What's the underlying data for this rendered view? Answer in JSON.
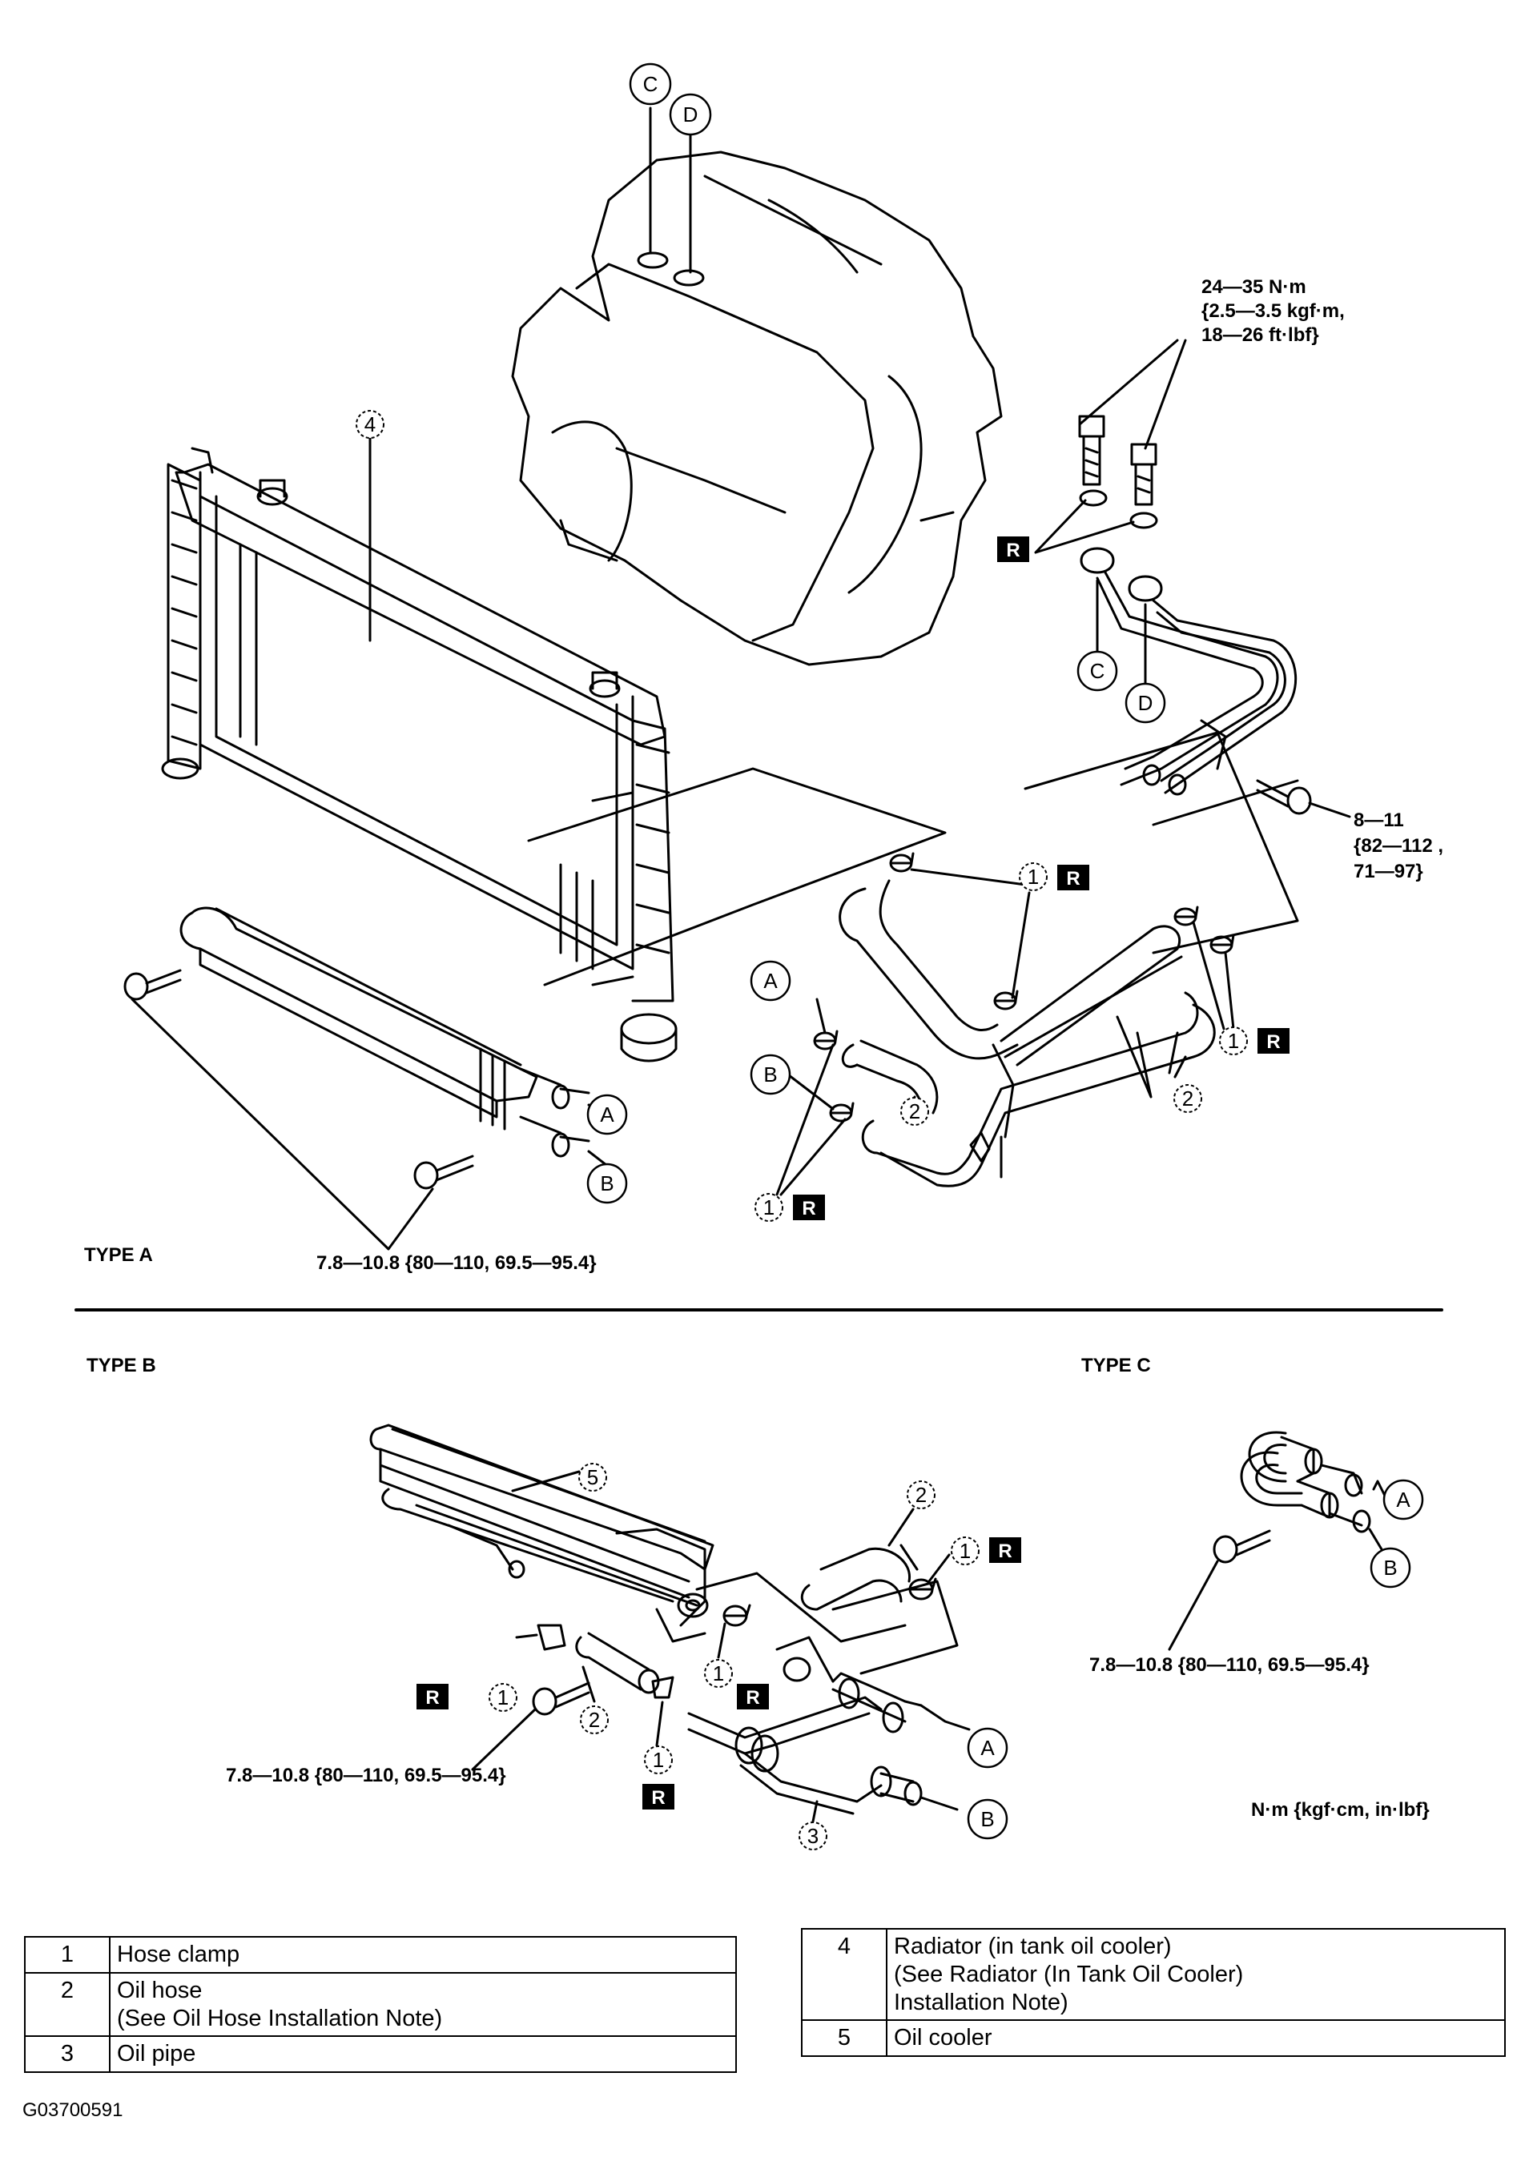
{
  "figure_id": "G03700591",
  "type_labels": {
    "a": "TYPE A",
    "b": "TYPE B",
    "c": "TYPE C"
  },
  "unit_note": "N·m {kgf·cm, in·lbf}",
  "torque": {
    "bolt_24_35": [
      "24—35 N·m",
      "{2.5—3.5 kgf·m,",
      "18—26 ft·lbf}"
    ],
    "bolt_8_11": [
      "8—11",
      "{82—112 ,",
      "71—97}"
    ],
    "bolt_7_8_type_a": "7.8—10.8 {80—110, 69.5—95.4}",
    "bolt_7_8_type_b": "7.8—10.8 {80—110, 69.5—95.4}",
    "bolt_7_8_type_c": "7.8—10.8 {80—110, 69.5—95.4}"
  },
  "callouts": {
    "c": "C",
    "d": "D",
    "a": "A",
    "b": "B",
    "n1": "1",
    "n2": "2",
    "n3": "3",
    "n4": "4",
    "n5": "5",
    "replace": "R"
  },
  "parts_left": [
    {
      "no": "1",
      "desc": "Hose clamp"
    },
    {
      "no": "2",
      "desc": "Oil hose\n (See Oil Hose Installation Note)"
    },
    {
      "no": "3",
      "desc": "Oil pipe"
    }
  ],
  "parts_right": [
    {
      "no": "4",
      "desc": "Radiator (in tank oil cooler)\n (See Radiator (In Tank Oil Cooler)\nInstallation Note)"
    },
    {
      "no": "5",
      "desc": "Oil cooler"
    }
  ]
}
